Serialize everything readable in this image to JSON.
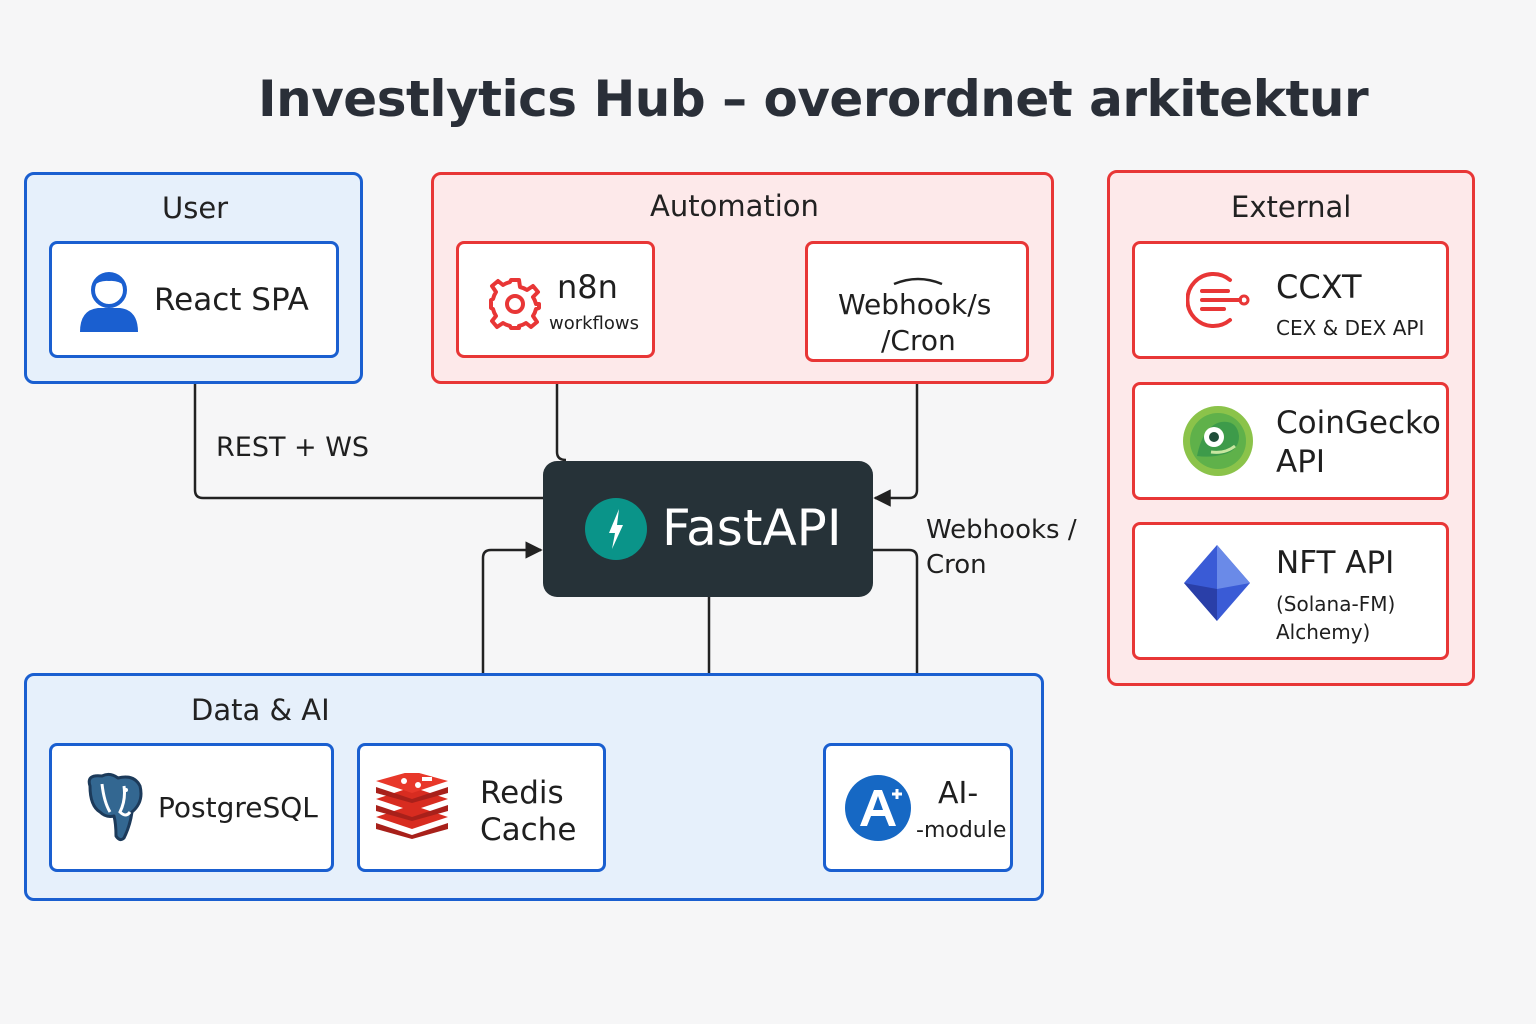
{
  "title": "Investlytics Hub – overordnet arkitektur",
  "groups": {
    "user": {
      "label": "User"
    },
    "automation": {
      "label": "Automation"
    },
    "external": {
      "label": "External"
    },
    "data_ai": {
      "label": "Data & AI"
    }
  },
  "nodes": {
    "react_spa": {
      "label": "React SPA"
    },
    "n8n": {
      "label": "n8n",
      "sublabel": "workflows"
    },
    "webhooks_cron": {
      "line1": "Webhook/s",
      "line2": "/Cron"
    },
    "fastapi": {
      "label": "FastAPI"
    },
    "ccxt": {
      "label": "CCXT",
      "sublabel": "CEX & DEX API"
    },
    "coingecko": {
      "line1": "CoinGecko",
      "line2": "API"
    },
    "nft_api": {
      "label": "NFT API",
      "line2": "(Solana-FM)",
      "line3": "Alchemy)"
    },
    "postgresql": {
      "label": "PostgreSQL"
    },
    "redis": {
      "line1": "Redis",
      "line2": "Cache"
    },
    "ai_module": {
      "line1": "AI-",
      "line2": "-module"
    }
  },
  "edges": {
    "rest_ws": "REST + WS",
    "webhooks_cron_line1": "Webhooks /",
    "webhooks_cron_line2": "Cron"
  },
  "colors": {
    "blue_border": "#1a5fd0",
    "blue_fill": "#e6f0fb",
    "red_border": "#e83636",
    "red_fill": "#fde9ea",
    "fastapi_bg": "#263238",
    "fastapi_teal": "#0a9489"
  },
  "icons": {
    "react_spa": "user-icon",
    "n8n": "gear-icon",
    "ccxt": "ccxt-logo-icon",
    "coingecko": "coingecko-logo-icon",
    "nft_api": "diamond-icon",
    "postgresql": "postgresql-elephant-icon",
    "redis": "redis-stack-icon",
    "ai_module": "ai-plus-icon",
    "fastapi": "fastapi-logo-icon"
  }
}
